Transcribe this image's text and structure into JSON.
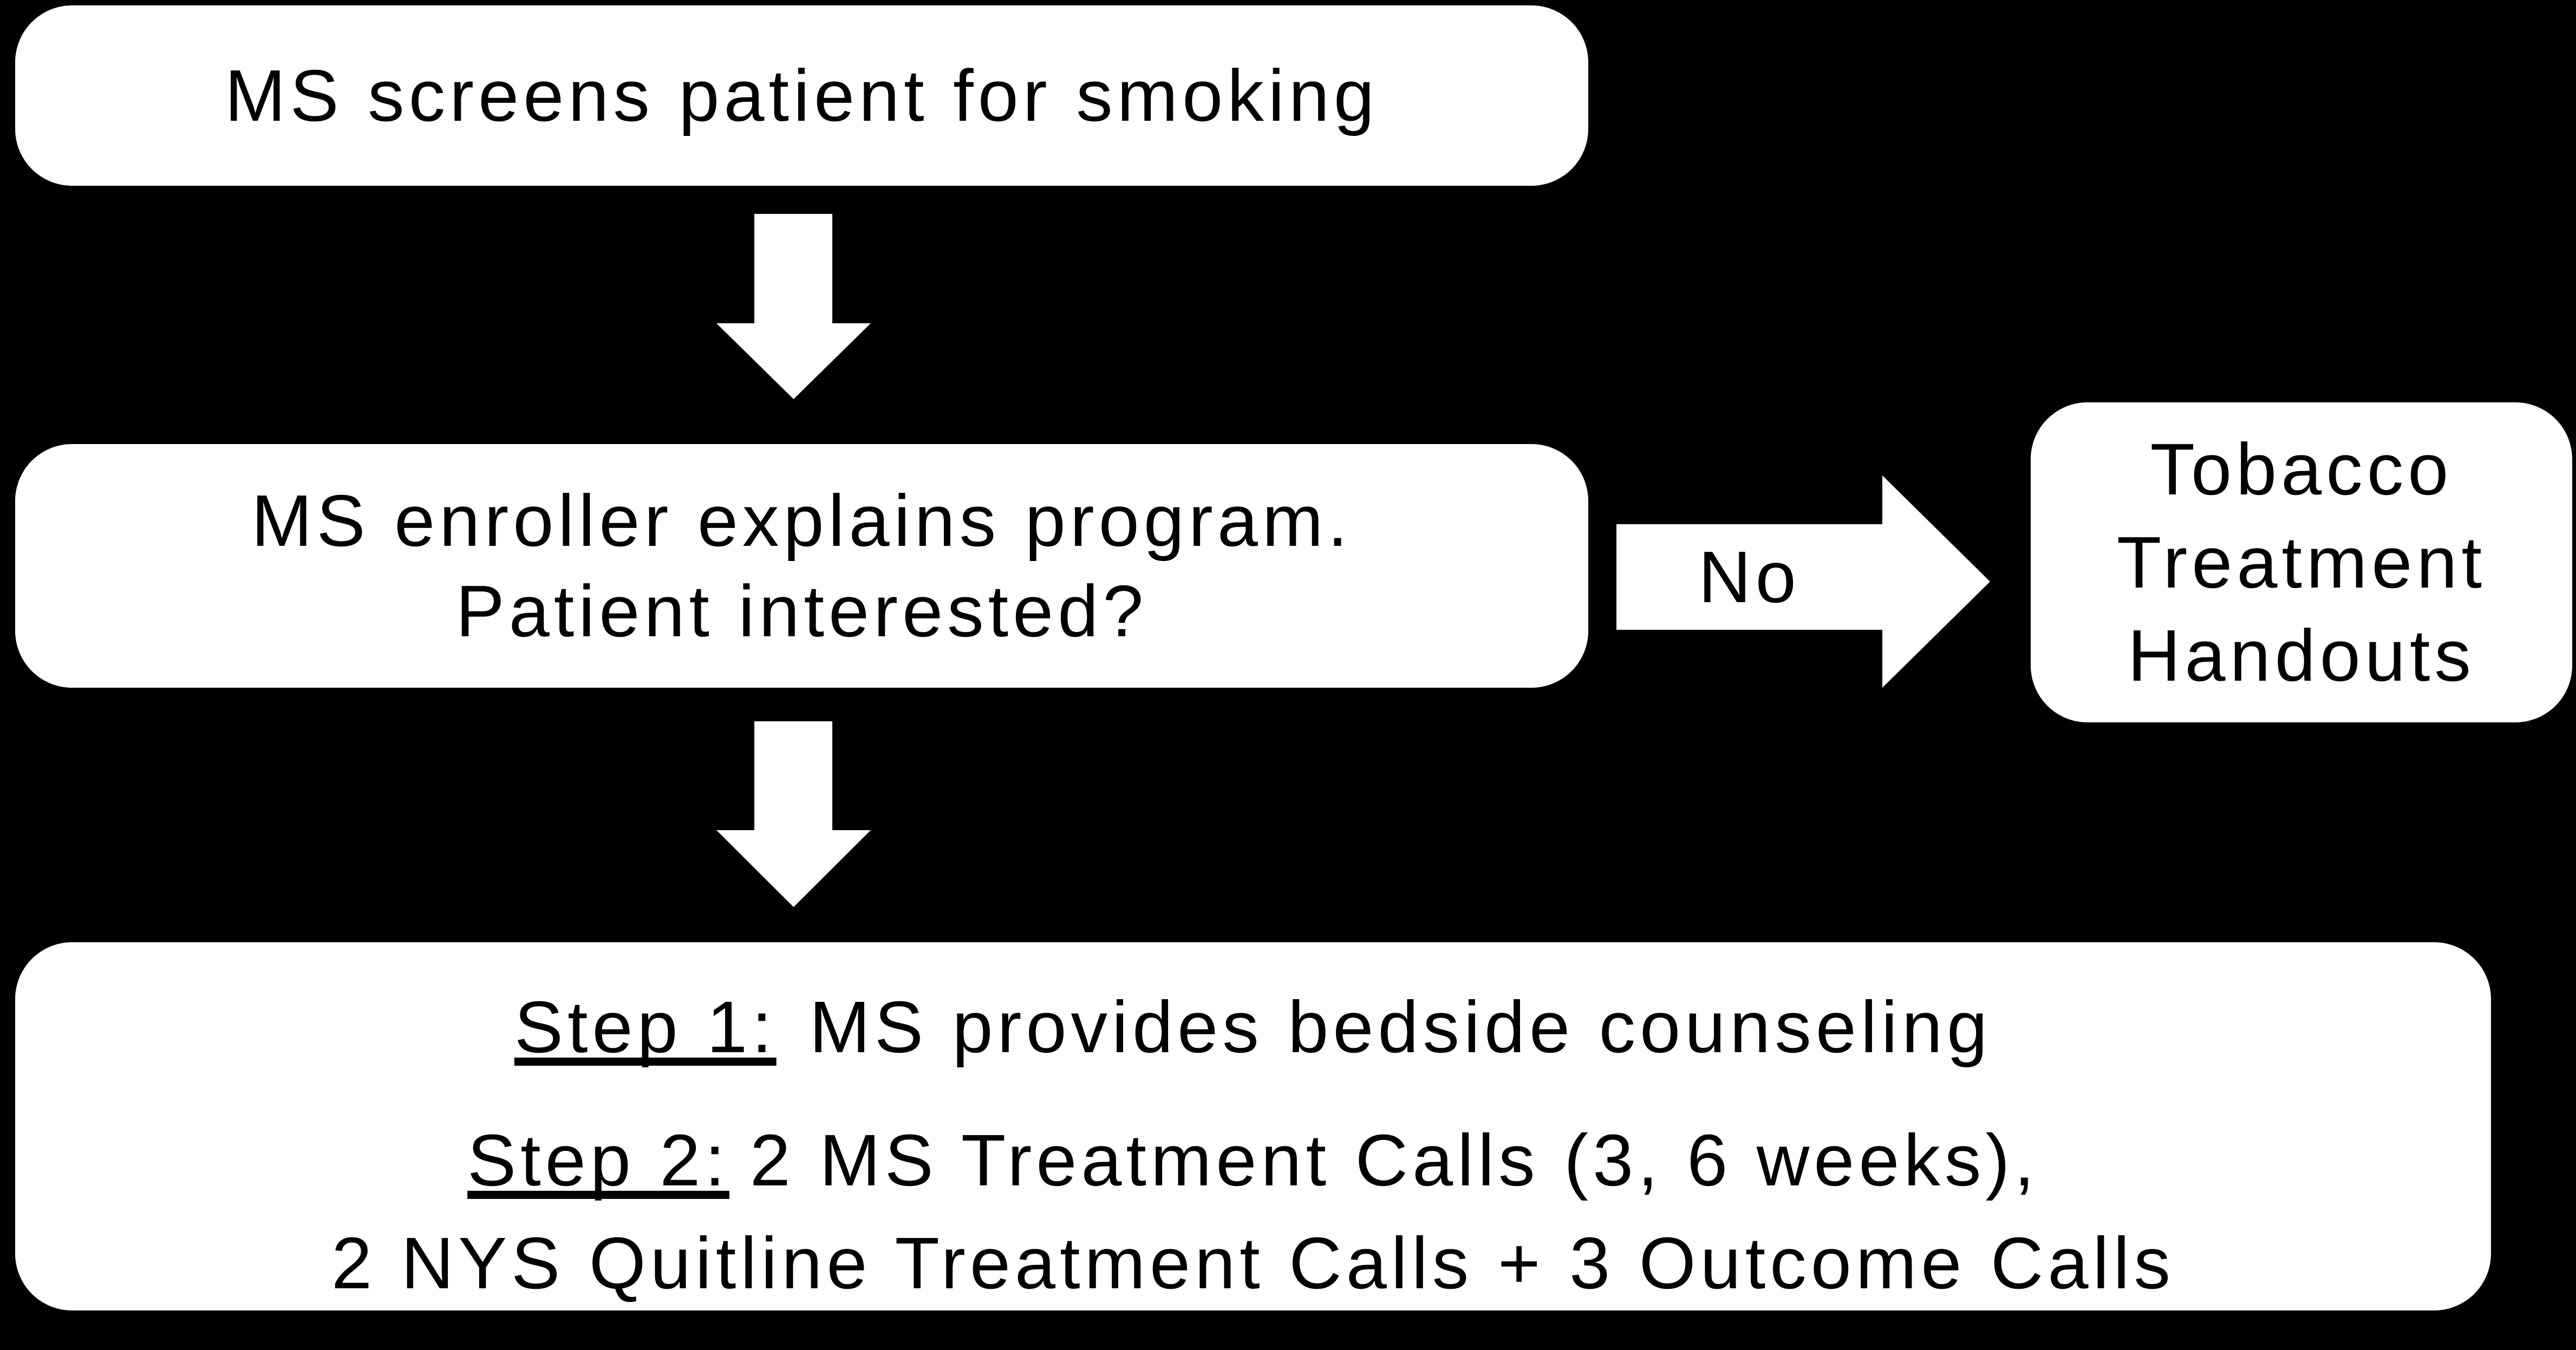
{
  "colors": {
    "background": "#000000",
    "node_fill": "#ffffff",
    "text": "#000000",
    "arrow_fill": "#ffffff"
  },
  "flowchart": {
    "screen_node": {
      "text": "MS screens patient for smoking"
    },
    "enroll_node": {
      "line1": "MS enroller explains program.",
      "line2": "Patient interested?"
    },
    "no_branch": {
      "label": "No"
    },
    "handouts_node": {
      "line1": "Tobacco",
      "line2": "Treatment",
      "line3": "Handouts"
    },
    "steps_node": {
      "step1_label": "Step 1:",
      "step1_text": "MS provides bedside counseling",
      "step2_label": "Step 2:",
      "step2_line1": "2 MS Treatment Calls (3, 6 weeks),",
      "step2_line2": "2 NYS Quitline Treatment Calls + 3 Outcome Calls"
    }
  }
}
